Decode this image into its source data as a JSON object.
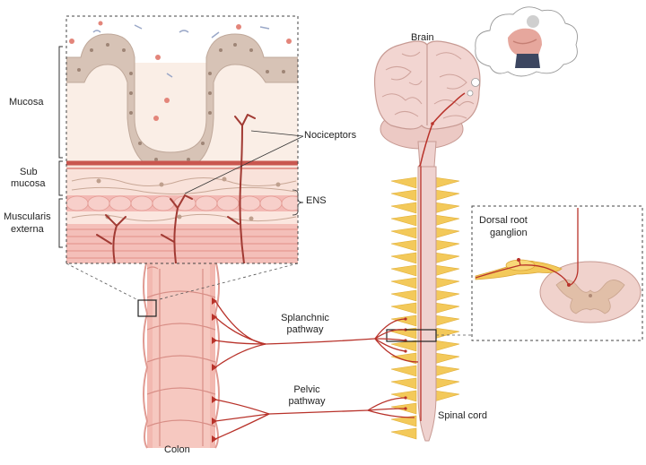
{
  "labels": {
    "mucosa": "Mucosa",
    "submucosa_line1": "Sub",
    "submucosa_line2": "mucosa",
    "muscularis_line1": "Muscularis",
    "muscularis_line2": "externa",
    "nociceptors": "Nociceptors",
    "ens": "ENS",
    "brain": "Brain",
    "dorsal_root_line1": "Dorsal root",
    "dorsal_root_line2": "ganglion",
    "splanchnic_line1": "Splanchnic",
    "splanchnic_line2": "pathway",
    "pelvic_line1": "Pelvic",
    "pelvic_line2": "pathway",
    "spinal_cord": "Spinal cord",
    "colon": "Colon"
  },
  "colors": {
    "nerve": "#b8322a",
    "mucosa_bg": "#faeee6",
    "epithelium": "#d7c3b6",
    "colon": "#f2b8b0",
    "spinal_cord": "#efd2cf",
    "ganglia": "#f3c95a",
    "brain": "#f2d5d1",
    "grey_matter": "#e1bfa8"
  }
}
